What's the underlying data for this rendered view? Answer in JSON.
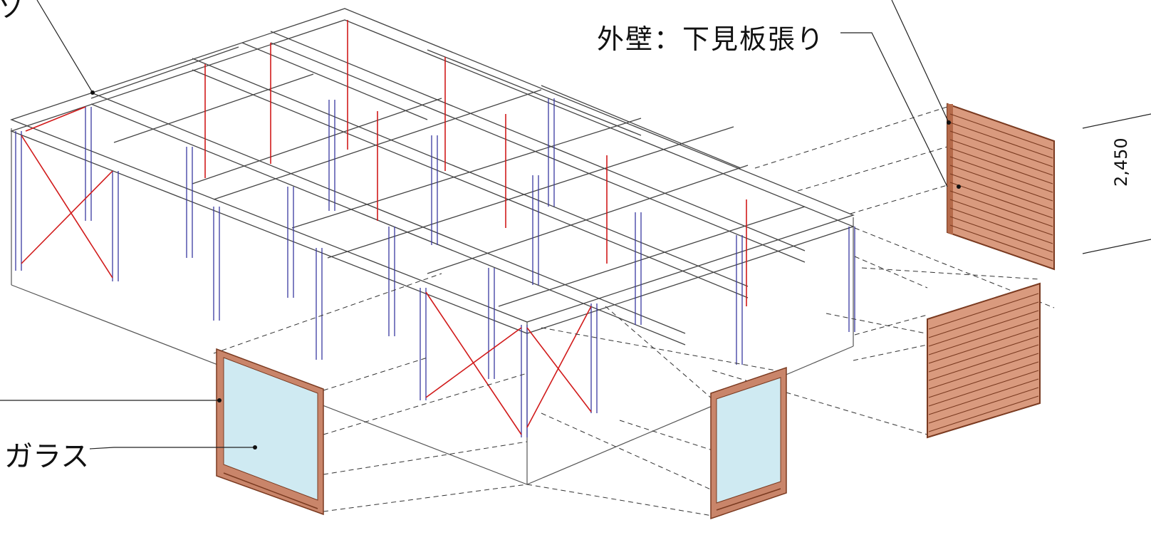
{
  "labels": {
    "exterior_wall": "外壁：下見板張り",
    "glass": "ガラス",
    "dimension": "2,450",
    "cut_label": "ソ"
  },
  "colors": {
    "frame_outline": "#444444",
    "frame_inner_edge": "#3a3aa0",
    "brace": "#d11a1a",
    "siding_fill": "#d99a7e",
    "siding_stroke": "#7a3a20",
    "glass_fill": "#cfeaf2",
    "glass_frame": "#c9856a",
    "leader": "#222222",
    "dashed_guide": "#333333"
  }
}
